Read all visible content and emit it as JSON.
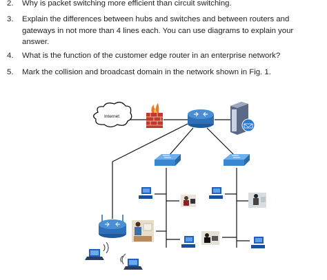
{
  "questions": [
    {
      "num": "2.",
      "text": "Why is packet switching more efficient than circuit switching."
    },
    {
      "num": "3.",
      "text": "Explain the differences between hubs and switches and between routers and gateways in not more than 4 lines each. You can use diagrams to explain your answer."
    },
    {
      "num": "4.",
      "text": "What is the function of the customer edge router in an enterprise network?"
    },
    {
      "num": "5.",
      "text": "Mark the collision and broadcast domain in the network shown in Fig. 1."
    }
  ],
  "diagram": {
    "cloud_label": "Internet",
    "device_icons": [
      "cloud-icon",
      "firewall-icon",
      "router-icon",
      "server-icon",
      "switch-icon",
      "pc-icon",
      "person-at-pc-icon",
      "wireless-router-icon",
      "laptop-icon",
      "wifi-icon"
    ],
    "colors": {
      "switch_blue": "#3a86d0",
      "router_blue": "#2d6fb8",
      "firewall_red": "#c0392b",
      "pc_blue": "#1f5fbf",
      "line_black": "#111111"
    }
  }
}
